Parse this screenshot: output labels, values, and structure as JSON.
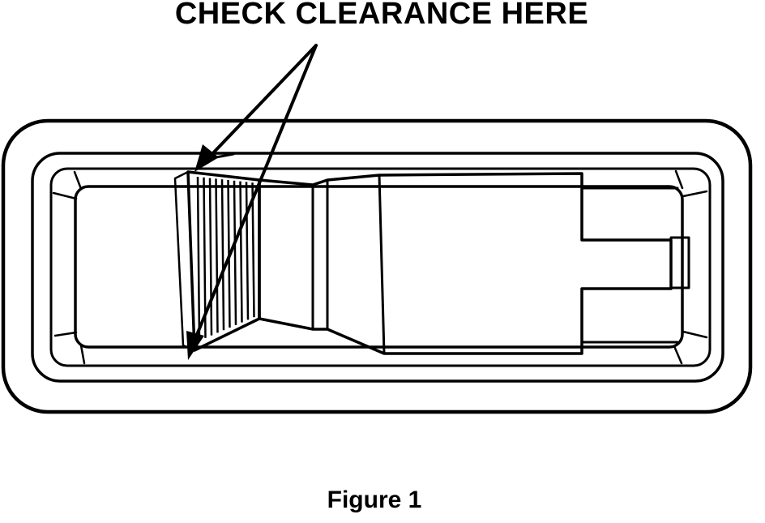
{
  "diagram": {
    "callout_text": "CHECK CLEARANCE HERE",
    "caption": "Figure 1",
    "line_color": "#000000",
    "background_color": "#ffffff",
    "parts": [
      "door-handle-bezel",
      "handle-recess",
      "ribbed-pull-lever",
      "handle-body",
      "latch-tab",
      "callout-arrow-upper",
      "callout-arrow-lower"
    ]
  }
}
